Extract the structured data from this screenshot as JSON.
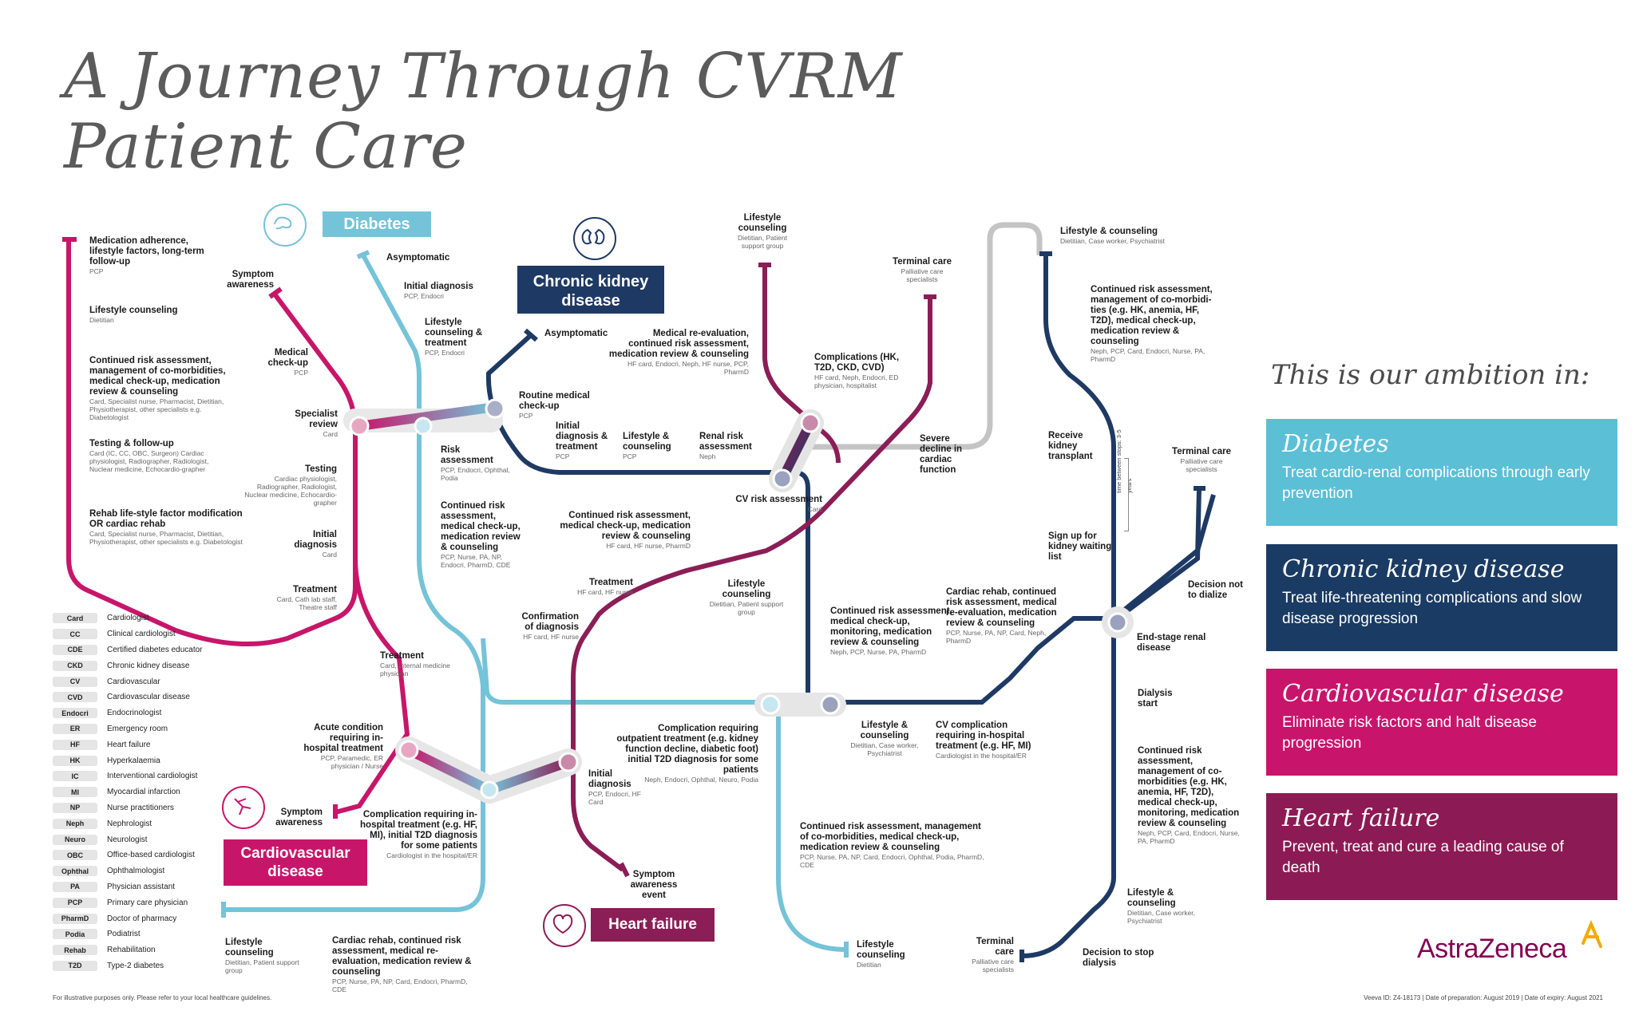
{
  "title": {
    "line1": "A Journey Through CVRM",
    "line2": "Patient Care"
  },
  "colors": {
    "diabetes": "#75c3d8",
    "ckd": "#1e3a64",
    "cv": "#c7166a",
    "hf": "#8b1e56",
    "transplant": "#c4c4c4"
  },
  "line_tags": {
    "diabetes": "Diabetes",
    "ckd": "Chronic kidney disease",
    "cv": "Cardiovascular disease",
    "hf": "Heart failure"
  },
  "icons": {
    "diabetes": "pancreas-icon",
    "ckd": "kidney-icon",
    "cv": "vessel-icon",
    "hf": "heart-icon"
  },
  "stations": {
    "cv_med_adherence": {
      "title": "Medication adherence, lifestyle factors, long-term follow-up",
      "sub": "PCP"
    },
    "cv_lifestyle": {
      "title": "Lifestyle counseling",
      "sub": "Dietitian"
    },
    "cv_continued": {
      "title": "Continued risk assessment, management of co-morbidities, medical check-up, medication review & counseling",
      "sub": "Card, Specialist nurse, Pharmacist, Dietitian, Physiotherapist, other specialists e.g. Diabetologist"
    },
    "cv_testing": {
      "title": "Testing & follow-up",
      "sub": "Card (IC, CC, OBC, Surgeon) Cardiac physiologist, Radiographer, Radiologist, Nuclear medicine, Echocardio-grapher"
    },
    "cv_rehab": {
      "title": "Rehab life-style factor modification OR cardiac rehab",
      "sub": "Card, Specialist nurse, Pharmacist, Dietitian, Physiotherapist, other specialists e.g. Diabetologist"
    },
    "symptom_awareness": {
      "title": "Symptom awareness",
      "sub": ""
    },
    "medical_checkup": {
      "title": "Medical check-up",
      "sub": "PCP"
    },
    "specialist_review": {
      "title": "Specialist review",
      "sub": "Card"
    },
    "cv_testing2": {
      "title": "Testing",
      "sub": "Cardiac physiologist, Radiographer, Radiologist, Nuclear medicine, Echocardio-grapher"
    },
    "cv_initial_diag": {
      "title": "Initial diagnosis",
      "sub": "Card"
    },
    "cv_treatment": {
      "title": "Treatment",
      "sub": "Card, Cath lab staff, Theatre staff"
    },
    "d_asymptomatic": {
      "title": "Asymptomatic",
      "sub": ""
    },
    "d_initial_diag": {
      "title": "Initial diagnosis",
      "sub": "PCP, Endocri"
    },
    "d_lifestyle": {
      "title": "Lifestyle counseling & treatment",
      "sub": "PCP, Endocri"
    },
    "d_risk": {
      "title": "Risk assessment",
      "sub": "PCP, Endocri, Ophthal, Podia"
    },
    "d_continued": {
      "title": "Continued risk assessment, medical check-up, medication review & counseling",
      "sub": "PCP, Nurse, PA, NP, Endocri, PharmD, CDE"
    },
    "treatment_card": {
      "title": "Treatment",
      "sub": "Card, Internal medicine physician"
    },
    "acute_condition": {
      "title": "Acute condition requiring in-hospital treatment",
      "sub": "PCP, Paramedic, ER physician / Nurse"
    },
    "cv_symptom2": {
      "title": "Symptom awareness",
      "sub": ""
    },
    "comp_in_hospital": {
      "title": "Complication requiring in-hospital treatment (e.g. HF, MI), initial T2D diagnosis for some patients",
      "sub": "Cardiologist in the hospital/ER"
    },
    "d_lifestyle2": {
      "title": "Lifestyle counseling",
      "sub": "Dietitian, Patient support group"
    },
    "d_cardiac_rehab": {
      "title": "Cardiac rehab, continued risk assessment, medical re-evaluation, medication review & counseling",
      "sub": "PCP, Nurse, PA, NP, Card, Endocri, PharmD, CDE"
    },
    "ckd_asymptomatic": {
      "title": "Asymptomatic",
      "sub": ""
    },
    "ckd_routine": {
      "title": "Routine medical check-up",
      "sub": "PCP"
    },
    "ckd_initial": {
      "title": "Initial diagnosis & treatment",
      "sub": "PCP"
    },
    "ckd_lifestyle": {
      "title": "Lifestyle & counseling",
      "sub": "PCP"
    },
    "ckd_renal_risk": {
      "title": "Renal risk assessment",
      "sub": "Neph"
    },
    "cv_risk": {
      "title": "CV risk assessment",
      "sub": "Card"
    },
    "hf_lifestyle": {
      "title": "Lifestyle counseling",
      "sub": "Dietitian, Patient support group"
    },
    "hf_med_reeval": {
      "title": "Medical re-evaluation, continued risk assessment, medication review & counseling",
      "sub": "HF card, Endocri, Neph, HF nurse, PCP, PharmD"
    },
    "complications": {
      "title": "Complications (HK, T2D, CKD, CVD)",
      "sub": "HF card, Neph, Endocri, ED physician, hospitalist"
    },
    "hf_terminal": {
      "title": "Terminal care",
      "sub": "Palliative care specialists"
    },
    "severe_decline": {
      "title": "Severe decline in cardiac function",
      "sub": ""
    },
    "hf_continued": {
      "title": "Continued risk assessment, medical check-up, medication review & counseling",
      "sub": "HF card, HF nurse, PharmD"
    },
    "hf_treatment": {
      "title": "Treatment",
      "sub": "HF card, HF nurse"
    },
    "hf_lifestyle2": {
      "title": "Lifestyle counseling",
      "sub": "Dietitian, Patient support group"
    },
    "hf_confirmation": {
      "title": "Confirmation of diagnosis",
      "sub": "HF card, HF nurse"
    },
    "comp_outpatient": {
      "title": "Complication requiring outpatient treatment (e.g. kidney function decline, diabetic foot) initial T2D diagnosis for some patients",
      "sub": "Neph, Endocri, Ophthal, Neuro, Podia"
    },
    "hf_initial": {
      "title": "Initial diagnosis",
      "sub": "PCP, Endocri, HF Card"
    },
    "hf_symptom": {
      "title": "Symptom awareness event",
      "sub": ""
    },
    "ckd_continued": {
      "title": "Continued risk assessment, medical check-up, monitoring, medication review & counseling",
      "sub": "Neph, PCP, Nurse, PA, PharmD"
    },
    "ckd_lifestyle2": {
      "title": "Lifestyle & counseling",
      "sub": "Dietitian, Case worker, Psychiatrist"
    },
    "cv_complication": {
      "title": "CV complication requiring in-hospital treatment (e.g. HF, MI)",
      "sub": "Cardiologist in the hospital/ER"
    },
    "cardiac_rehab_ckd": {
      "title": "Cardiac rehab, continued risk assessment, medical re-evaluation, medication review & counseling",
      "sub": "PCP, Nurse, PA, NP, Card, Neph, PharmD"
    },
    "d_continued2": {
      "title": "Continued risk assessment, management of co-morbidities, medical check-up, medication review & counseling",
      "sub": "PCP, Nurse, PA, NP, Card, Endocri, Ophthal, Podia, PharmD, CDE"
    },
    "d_lifestyle3": {
      "title": "Lifestyle counseling",
      "sub": "Dietitian"
    },
    "ckd_lifestyle_top": {
      "title": "Lifestyle & counseling",
      "sub": "Dietitian, Case worker, Psychiatrist"
    },
    "ckd_continued_top": {
      "title": "Continued risk assessment, management of co-morbidi-ties (e.g. HK, anemia, HF, T2D), medical check-up, medication review & counseling",
      "sub": "Neph, PCP, Card, Endocri, Nurse, PA, PharmD"
    },
    "receive_transplant": {
      "title": "Receive kidney transplant",
      "sub": ""
    },
    "time_between": {
      "title": "time between stops: 3-5 years",
      "sub": ""
    },
    "ckd_terminal_top": {
      "title": "Terminal care",
      "sub": "Palliative care specialists"
    },
    "sign_up": {
      "title": "Sign up for kidney waiting list",
      "sub": ""
    },
    "decision_not": {
      "title": "Decision not to dialize",
      "sub": ""
    },
    "end_stage": {
      "title": "End-stage renal disease",
      "sub": ""
    },
    "dialysis_start": {
      "title": "Dialysis start",
      "sub": ""
    },
    "ckd_continued_dialysis": {
      "title": "Continued risk assessment, management of co-morbidities (e.g. HK, anemia, HF, T2D), medical check-up, monitoring, medication review & counseling",
      "sub": "Neph, PCP, Card, Endocri, Nurse, PA, PharmD"
    },
    "ckd_lifestyle_bottom": {
      "title": "Lifestyle & counseling",
      "sub": "Dietitian, Case worker, Psychiatrist"
    },
    "ckd_terminal_bottom": {
      "title": "Terminal care",
      "sub": "Palliative care specialists"
    },
    "decision_stop": {
      "title": "Decision to stop dialysis",
      "sub": ""
    }
  },
  "legend": [
    {
      "abbr": "Card",
      "full": "Cardiologist"
    },
    {
      "abbr": "CC",
      "full": "Clinical cardiologist"
    },
    {
      "abbr": "CDE",
      "full": "Certified diabetes educator"
    },
    {
      "abbr": "CKD",
      "full": "Chronic kidney disease"
    },
    {
      "abbr": "CV",
      "full": "Cardiovascular"
    },
    {
      "abbr": "CVD",
      "full": "Cardiovascular disease"
    },
    {
      "abbr": "Endocri",
      "full": "Endocrinologist"
    },
    {
      "abbr": "ER",
      "full": "Emergency room"
    },
    {
      "abbr": "HF",
      "full": "Heart failure"
    },
    {
      "abbr": "HK",
      "full": "Hyperkalaemia"
    },
    {
      "abbr": "IC",
      "full": "Interventional cardiologist"
    },
    {
      "abbr": "MI",
      "full": "Myocardial infarction"
    },
    {
      "abbr": "NP",
      "full": "Nurse practitioners"
    },
    {
      "abbr": "Neph",
      "full": "Nephrologist"
    },
    {
      "abbr": "Neuro",
      "full": "Neurologist"
    },
    {
      "abbr": "OBC",
      "full": "Office-based cardiologist"
    },
    {
      "abbr": "Ophthal",
      "full": "Ophthalmologist"
    },
    {
      "abbr": "PA",
      "full": "Physician assistant"
    },
    {
      "abbr": "PCP",
      "full": "Primary care physician"
    },
    {
      "abbr": "PharmD",
      "full": "Doctor of pharmacy"
    },
    {
      "abbr": "Podia",
      "full": "Podiatrist"
    },
    {
      "abbr": "Rehab",
      "full": "Rehabilitation"
    },
    {
      "abbr": "T2D",
      "full": "Type-2 diabetes"
    }
  ],
  "ambition": {
    "heading": "This is our ambition in:",
    "items": [
      {
        "title": "Diabetes",
        "text": "Treat cardio-renal complications through early prevention",
        "color": "#5bbfd6"
      },
      {
        "title": "Chronic kidney disease",
        "text": "Treat life-threatening complications and slow disease progression",
        "color": "#1a3b63"
      },
      {
        "title": "Cardiovascular disease",
        "text": "Eliminate risk factors and halt disease progression",
        "color": "#c9146c"
      },
      {
        "title": "Heart failure",
        "text": "Prevent, treat and cure a leading cause of death",
        "color": "#8c1b55"
      }
    ]
  },
  "brand": "AstraZeneca",
  "footer": {
    "left": "For illustrative purposes only. Please refer to your local healthcare guidelines.",
    "right": "Veeva ID: Z4-18173 | Date of preparation: August 2019 | Date of expiry: August 2021"
  }
}
